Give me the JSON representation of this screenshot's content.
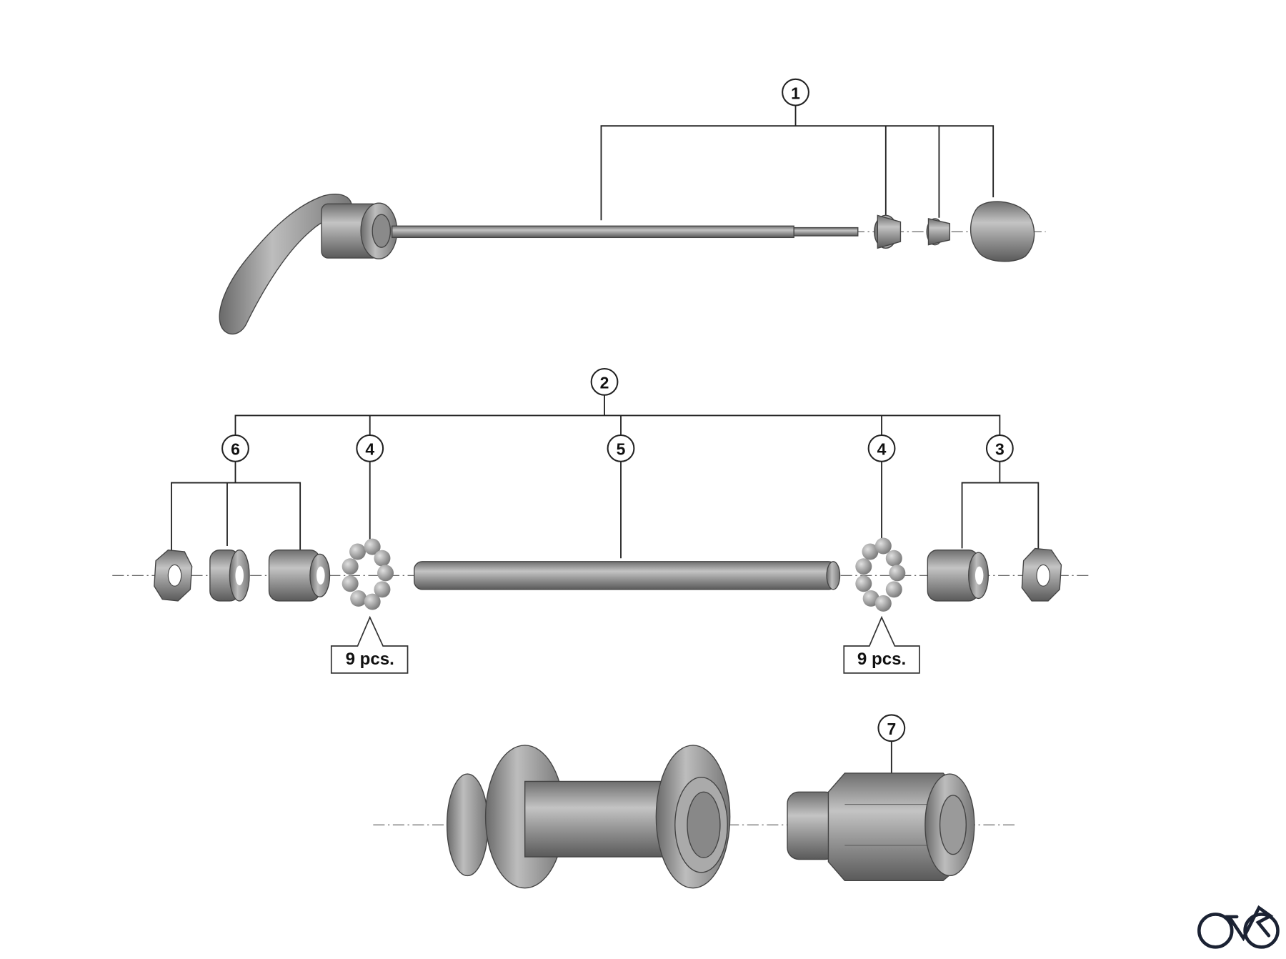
{
  "callouts": {
    "c1": "1",
    "c2": "2",
    "c3": "3",
    "c4a": "4",
    "c4b": "4",
    "c5": "5",
    "c6": "6",
    "c7": "7"
  },
  "notes": {
    "balls_left": "9 pcs.",
    "balls_right": "9 pcs."
  },
  "colors": {
    "part_gray": "#8a8a8a",
    "line": "#222222",
    "logo": "#1b2233"
  }
}
